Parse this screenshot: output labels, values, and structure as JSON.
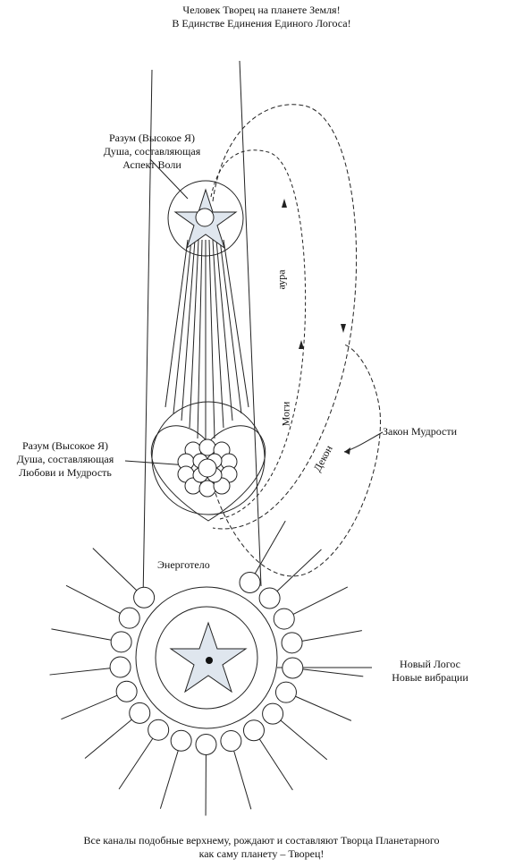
{
  "title": {
    "line1": "Человек Творец на планете Земля!",
    "line2": "В Единстве Единения Единого Логоса!"
  },
  "labels": {
    "mind_upper": [
      "Разум (Высокое Я)",
      "Душа, составляющая",
      "Аспект Воли"
    ],
    "mind_lower": [
      "Разум (Высокое Я)",
      "Душа, составляющая",
      "Любови и Мудрость"
    ],
    "aura": "аура",
    "mogi": "Моги",
    "dekon": "Декон",
    "law": "Закон Мудрости",
    "energy_body": "Энерготело",
    "new_logos": [
      "Новый Логос",
      "Новые вибрации"
    ]
  },
  "footer": {
    "line1": "Все каналы подобные верхнему, рождают и составляют Творца Планетарного",
    "line2": "как саму планету – Творец!"
  },
  "colors": {
    "line": "#222222",
    "star_fill": "#dfe6ee"
  },
  "icons": [
    "star-icon",
    "heart-icon",
    "flower-icon"
  ]
}
